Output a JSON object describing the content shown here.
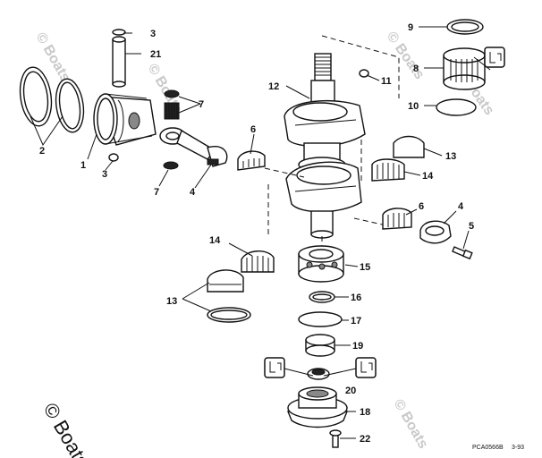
{
  "watermarks": {
    "text_1": "© Boats",
    "text_2": "© Boats",
    "text_3": "© Boats",
    "text_4": "© Boats",
    "text_5": "© Boats",
    "text_bottom": "© Boats"
  },
  "callouts": {
    "c1": "1",
    "c2": "2",
    "c3a": "3",
    "c3b": "3",
    "c4a": "4",
    "c4b": "4",
    "c5": "5",
    "c6a": "6",
    "c6b": "6",
    "c7a": "7",
    "c7b": "7",
    "c8": "8",
    "c9": "9",
    "c10": "10",
    "c11": "11",
    "c12": "12",
    "c13a": "13",
    "c13b": "13",
    "c14a": "14",
    "c14b": "14",
    "c15": "15",
    "c16": "16",
    "c17": "17",
    "c18": "18",
    "c19": "19",
    "c20": "20",
    "c21": "21",
    "c22": "22"
  },
  "footer": {
    "drawing_code": "PCA0566B",
    "date_code": "3-93"
  }
}
